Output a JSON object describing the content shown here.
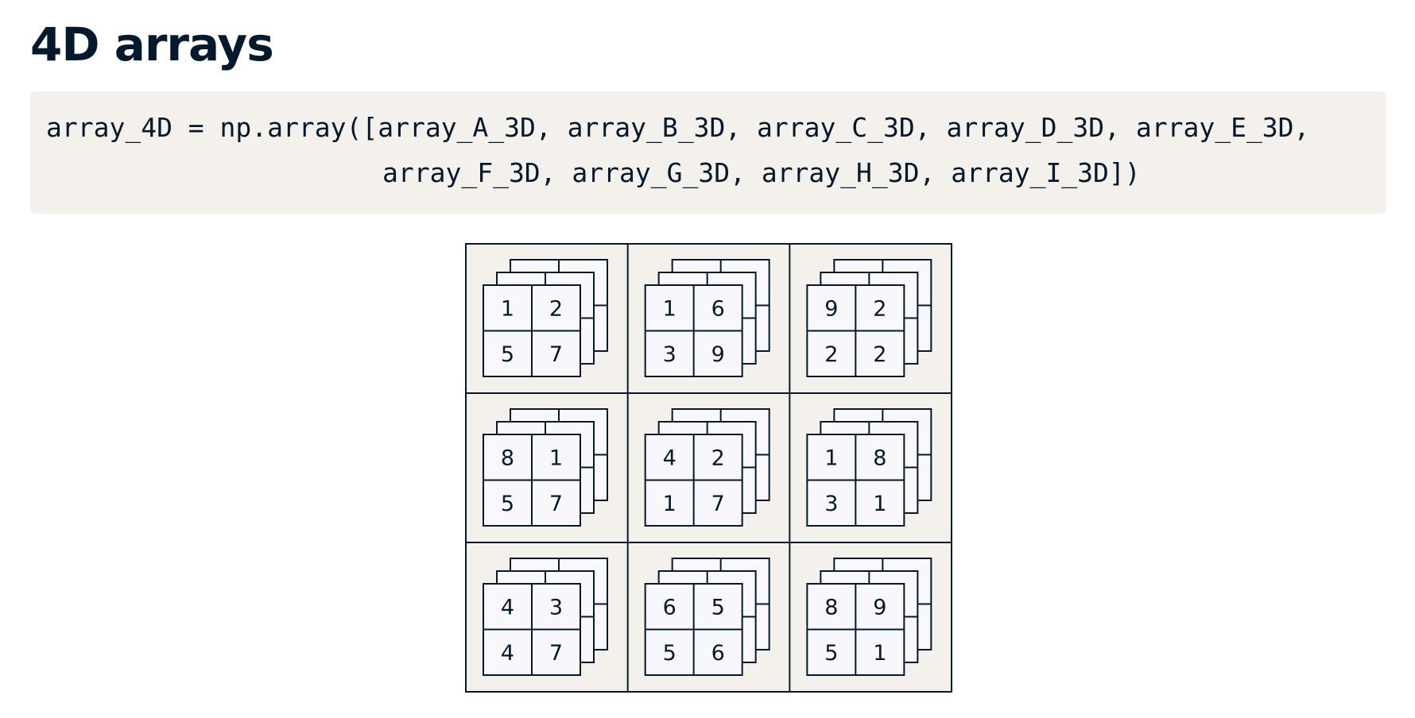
{
  "title": "4D arrays",
  "code": {
    "line1": "array_4D = np.array([array_A_3D, array_B_3D, array_C_3D, array_D_3D, array_E_3D,",
    "line2": "array_F_3D, array_G_3D, array_H_3D, array_I_3D])"
  },
  "diagram": {
    "rows": 3,
    "cols": 3,
    "stack_depth": 3,
    "cells": [
      [
        [
          1,
          2
        ],
        [
          5,
          7
        ]
      ],
      [
        [
          1,
          6
        ],
        [
          3,
          9
        ]
      ],
      [
        [
          9,
          2
        ],
        [
          2,
          2
        ]
      ],
      [
        [
          8,
          1
        ],
        [
          5,
          7
        ]
      ],
      [
        [
          4,
          2
        ],
        [
          1,
          7
        ]
      ],
      [
        [
          1,
          8
        ],
        [
          3,
          1
        ]
      ],
      [
        [
          4,
          3
        ],
        [
          4,
          7
        ]
      ],
      [
        [
          6,
          5
        ],
        [
          5,
          6
        ]
      ],
      [
        [
          8,
          9
        ],
        [
          5,
          1
        ]
      ]
    ],
    "colors": {
      "outer_fill": "#f4f1ec",
      "card_fill": "#f7f7fc",
      "stroke": "#05192d",
      "text": "#05192d"
    }
  }
}
